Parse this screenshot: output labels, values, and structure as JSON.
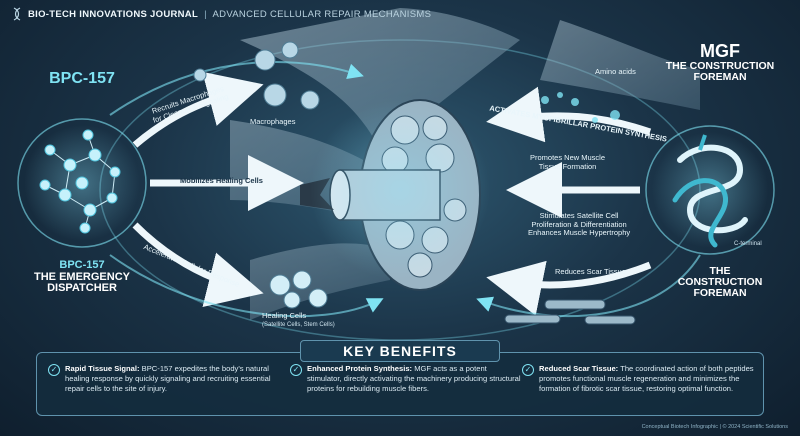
{
  "header": {
    "journal": "BIO-TECH INNOVATIONS JOURNAL",
    "separator": "|",
    "subtitle": "ADVANCED CELLULAR REPAIR MECHANISMS"
  },
  "left_peptide": {
    "name": "BPC-157",
    "role_name": "BPC-157",
    "role_line1": "THE EMERGENCY",
    "role_line2": "DISPATCHER"
  },
  "right_peptide": {
    "name": "MGF",
    "role_line1": "THE CONSTRUCTION",
    "role_line2": "FOREMAN",
    "bottom_line1": "THE",
    "bottom_line2": "CONSTRUCTION",
    "bottom_line3": "FOREMAN",
    "terminal_label": "C-terminal"
  },
  "flows": {
    "recruits_line1": "Recruits Macrophages",
    "recruits_line2": "for Cleanup & Signaling",
    "macrophages": "Macrophages",
    "mobilizes": "Mobilizes Healing Cells",
    "accelerates": "Accelerates Cellular Response",
    "healing_cells": "Healing Cells",
    "healing_cells_sub": "(Satellite Cells, Stem Cells)",
    "amino_acids": "Amino acids",
    "activates": "ACTIVATES MYOFIBRILLAR PROTEIN SYNTHESIS",
    "promotes_line1": "Promotes New Muscle",
    "promotes_line2": "Tissue Formation",
    "stimulates_line1": "Stimulates Satellite Cell",
    "stimulates_line2": "Proliferation & Differentiation",
    "enhances": "Enhances Muscle Hypertrophy",
    "reduces": "Reduces Scar Tissue"
  },
  "key_benefits": {
    "title": "KEY BENEFITS",
    "items": [
      {
        "heading": "Rapid Tissue Signal:",
        "text": " BPC-157 expedites the body's natural healing response by quickly signaling and recruiting essential repair cells to the site of injury."
      },
      {
        "heading": "Enhanced Protein Synthesis:",
        "text": " MGF acts as a potent stimulator, directly activating the machinery producing structural proteins for rebuilding muscle fibers."
      },
      {
        "heading": "Reduced Scar Tissue:",
        "text": " The coordinated action of both peptides promotes functional muscle regeneration and minimizes the formation of fibrotic scar tissue, restoring optimal function."
      }
    ]
  },
  "footer": "Conceptual Biotech Infographic | © 2024 Scientific Solutions",
  "colors": {
    "accent_cyan": "#7fe3f3",
    "arrow_white": "#eef7fb",
    "background_dark": "#0f1f2e"
  },
  "icons": {
    "logo": "dna-helix-icon",
    "check": "checkmark-circle-icon"
  }
}
